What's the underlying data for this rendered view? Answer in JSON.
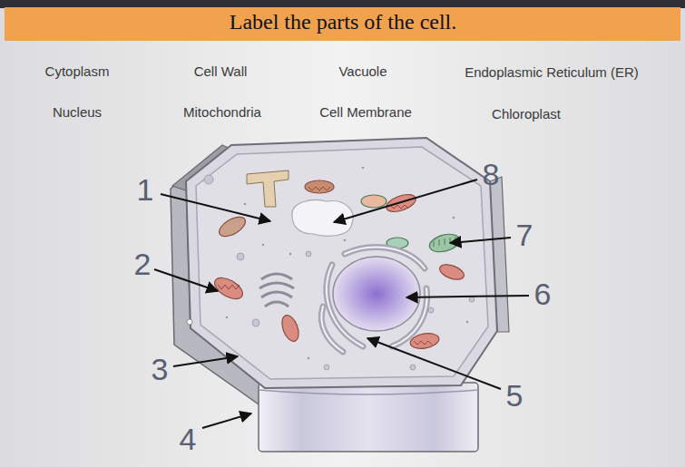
{
  "diagram": {
    "title": "Label the parts of the cell.",
    "labels": [
      "Cytoplasm",
      "Cell Wall",
      "Vacuole",
      "Endoplasmic Reticulum (ER)",
      "Nucleus",
      "Mitochondria",
      "Cell Membrane",
      "Chloroplast",
      "1",
      "2",
      "3",
      "4",
      "5",
      "6",
      "7",
      "8"
    ]
  }
}
